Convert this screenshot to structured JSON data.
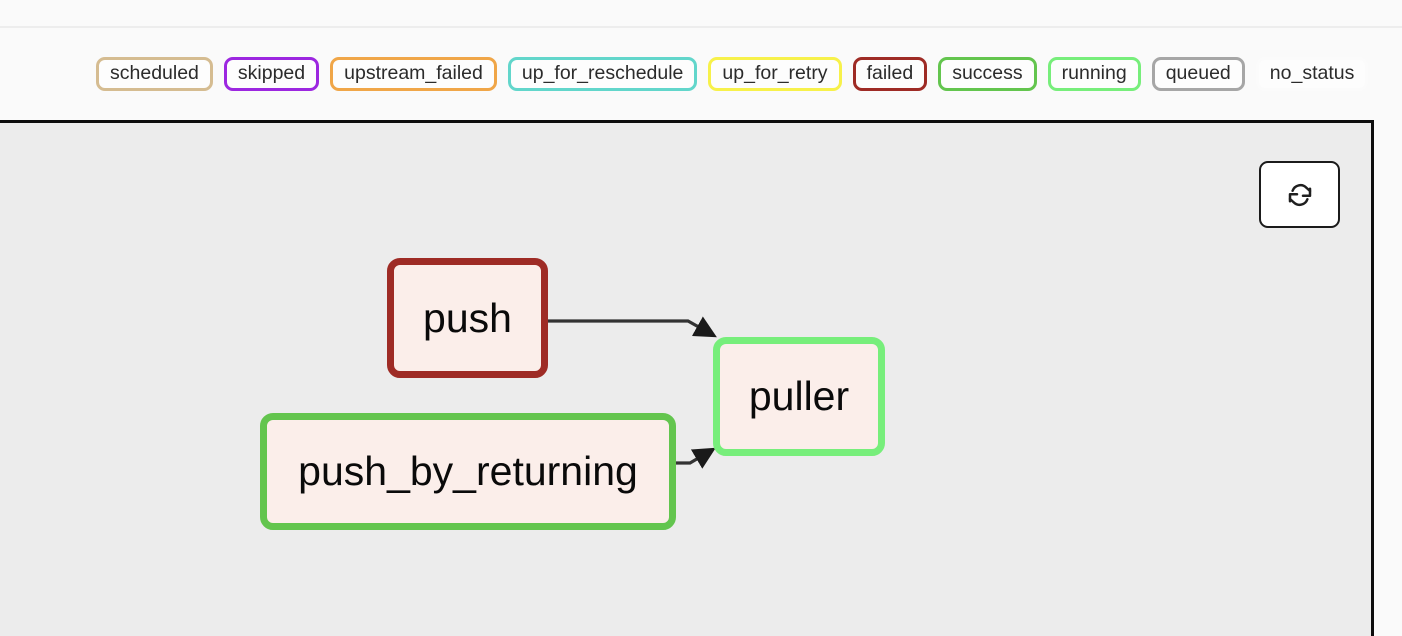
{
  "legend": {
    "name": "task-status-legend",
    "items": [
      {
        "label": "scheduled",
        "color": "#d5bc91"
      },
      {
        "label": "skipped",
        "color": "#9c27e0"
      },
      {
        "label": "upstream_failed",
        "color": "#f0a648"
      },
      {
        "label": "up_for_reschedule",
        "color": "#62d6cb"
      },
      {
        "label": "up_for_retry",
        "color": "#f7f14a"
      },
      {
        "label": "failed",
        "color": "#9e2b25"
      },
      {
        "label": "success",
        "color": "#63c54e"
      },
      {
        "label": "running",
        "color": "#77ee7b"
      },
      {
        "label": "queued",
        "color": "#a6a6a6"
      },
      {
        "label": "no_status",
        "color": "#fbfbfb"
      }
    ]
  },
  "toolbar": {
    "refresh_label": "Refresh",
    "refresh_icon": "refresh-icon"
  },
  "graph": {
    "background_color": "#ececec",
    "node_fill": "#fbeeea",
    "nodes": [
      {
        "id": "push",
        "label": "push",
        "status": "failed",
        "border_color": "#9e2b25"
      },
      {
        "id": "push_by_returning",
        "label": "push_by_returning",
        "status": "success",
        "border_color": "#63c54e"
      },
      {
        "id": "puller",
        "label": "puller",
        "status": "running",
        "border_color": "#77ee7b"
      }
    ],
    "edges": [
      {
        "from": "push",
        "to": "puller"
      },
      {
        "from": "push_by_returning",
        "to": "puller"
      }
    ],
    "edge_color": "#333333"
  }
}
